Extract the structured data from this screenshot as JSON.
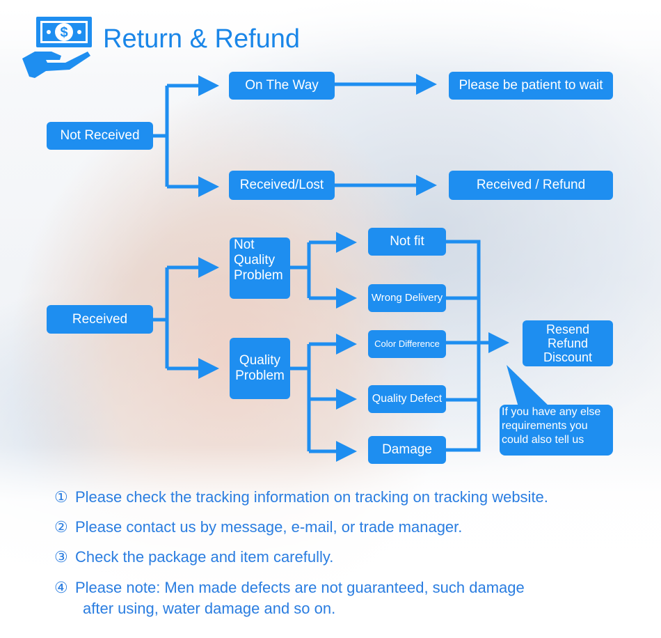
{
  "header": {
    "title": "Return & Refund",
    "icon": "money-hand-icon"
  },
  "colors": {
    "accent": "#1e8ef0",
    "text_blue": "#2a7de0"
  },
  "flow": {
    "not_received": "Not Received",
    "on_the_way": "On The Way",
    "please_wait": "Please be patient to wait",
    "received_lost": "Received/Lost",
    "received_refund": "Received / Refund",
    "received": "Received",
    "not_quality_problem": [
      "Not",
      "Quality",
      "Problem"
    ],
    "quality_problem": [
      "Quality",
      "Problem"
    ],
    "not_fit": "Not fit",
    "wrong_delivery": "Wrong Delivery",
    "color_difference": "Color Difference",
    "quality_defect": "Quality Defect",
    "damage": "Damage",
    "outcome": [
      "Resend",
      "Refund",
      "Discount"
    ],
    "bubble": [
      "If you have any else",
      "requirements you",
      "could also tell us"
    ]
  },
  "notes": [
    {
      "num": "①",
      "text": "Please check the tracking information on tracking on tracking website."
    },
    {
      "num": "②",
      "text": "Please contact us by message, e-mail, or trade manager."
    },
    {
      "num": "③",
      "text": "Check the package and item carefully."
    },
    {
      "num": "④",
      "text": "Please note: Men made defects are not guaranteed, such damage",
      "cont": "after using, water damage and so on."
    }
  ]
}
